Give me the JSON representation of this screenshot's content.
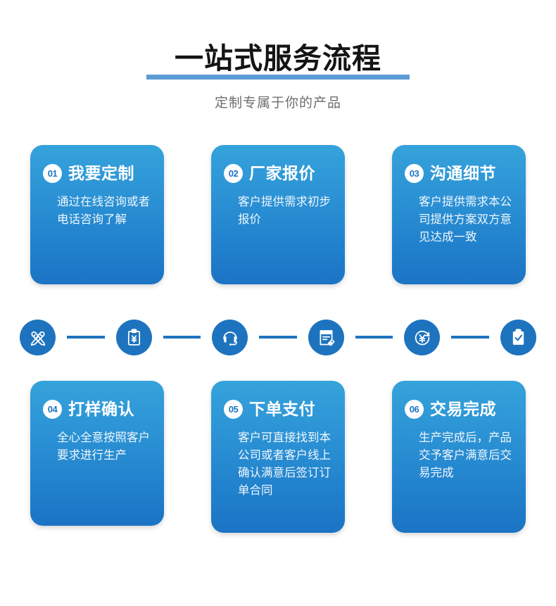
{
  "header": {
    "title": "一站式服务流程",
    "subtitle": "定制专属于你的产品",
    "underline_color": "#5b9bd5",
    "title_color": "#141414",
    "subtitle_color": "#6e6e6e"
  },
  "theme": {
    "card_gradient_top": "#35a3db",
    "card_gradient_bottom": "#1b74c4",
    "icon_blue": "#1e73be",
    "badge_bg": "#ffffff",
    "badge_text": "#1b74c4"
  },
  "steps": [
    {
      "number": "01",
      "title": "我要定制",
      "desc": "通过在线咨询或者电话咨询了解"
    },
    {
      "number": "02",
      "title": "厂家报价",
      "desc": "客户提供需求初步报价"
    },
    {
      "number": "03",
      "title": "沟通细节",
      "desc": "客户提供需求本公司提供方案双方意见达成一致"
    },
    {
      "number": "04",
      "title": "打样确认",
      "desc": "全心全意按照客户要求进行生产"
    },
    {
      "number": "05",
      "title": "下单支付",
      "desc": "客户可直接找到本公司或者客户线上确认满意后签订订单合同"
    },
    {
      "number": "06",
      "title": "交易完成",
      "desc": "生产完成后，产品交予客户满意后交易完成"
    }
  ],
  "icon_strip": [
    {
      "icon": "pen-ruler-icon"
    },
    {
      "icon": "clipboard-yuan-icon"
    },
    {
      "icon": "headset-support-icon"
    },
    {
      "icon": "document-sign-icon"
    },
    {
      "icon": "yuan-refresh-icon"
    },
    {
      "icon": "clipboard-check-icon"
    }
  ]
}
